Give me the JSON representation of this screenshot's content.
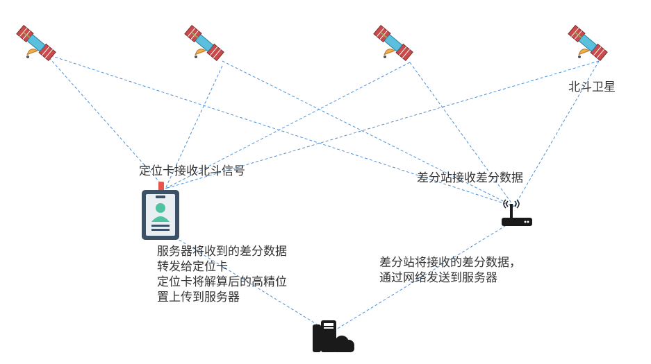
{
  "labels": {
    "satellite": "北斗卫星",
    "card_receive": "定位卡接收北斗信号",
    "station_receive": "差分站接收差分数据",
    "server_to_card": [
      "服务器将收到的差分数据",
      "转发给定位卡",
      "定位卡将解算后的高精位",
      "置上传到服务器"
    ],
    "station_to_server": [
      "差分站将接收的差分数据，",
      "通过网络发送到服务器"
    ]
  },
  "colors": {
    "link": "#4a90d9",
    "text": "#333333",
    "satellite_panel": "#c94b4b",
    "satellite_body": "#5bc0de",
    "satellite_dish": "#f0ad4e",
    "badge_frame": "#3d5166",
    "badge_face": "#4fc3a1",
    "clip": "#e8534a",
    "device": "#1a1a1a"
  },
  "icons": [
    "satellite-icon",
    "id-badge-icon",
    "router-icon",
    "cloud-server-icon"
  ]
}
